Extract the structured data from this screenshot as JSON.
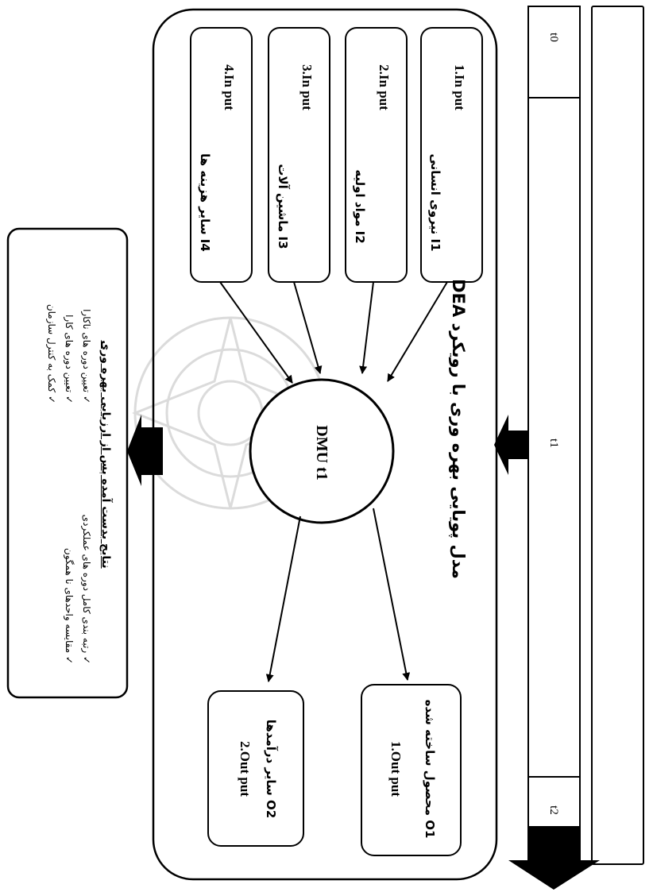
{
  "title_bar": {
    "title": "مدل پویایی بهره وری با رویکرد DEA"
  },
  "timeline": {
    "labels": [
      "t0",
      "t1",
      "t2"
    ]
  },
  "dmu": {
    "label": "DMU t1"
  },
  "inputs": [
    {
      "number_label": "1.In put",
      "name": "I1 نیروی انسانی"
    },
    {
      "number_label": "2.In put",
      "name": "I2 مواد اولیه"
    },
    {
      "number_label": "3.In put",
      "name": "I3 ماشین آلات"
    },
    {
      "number_label": "4.In put",
      "name": "I4 سایر هزینه ها"
    }
  ],
  "outputs": [
    {
      "number_label": "1.Out put",
      "name": "O1 محصول ساخته شده"
    },
    {
      "number_label": "2.Out put",
      "name": "O2 سایر درآمدها"
    }
  ],
  "results": {
    "heading": "نتایج بدست آمده پس از ارزیابی بهره وری",
    "items": [
      "رتبه بندی کامل دوره های عملکردی",
      "مقایسه واحدهای نا همگون",
      "تعیین دوره های ناکارا",
      "تعیین دوره های کارا",
      "کمک به کنترل سازمان"
    ]
  },
  "colors": {
    "ink": "#000000",
    "paper": "#ffffff",
    "watermark": "#b5b5b5"
  }
}
